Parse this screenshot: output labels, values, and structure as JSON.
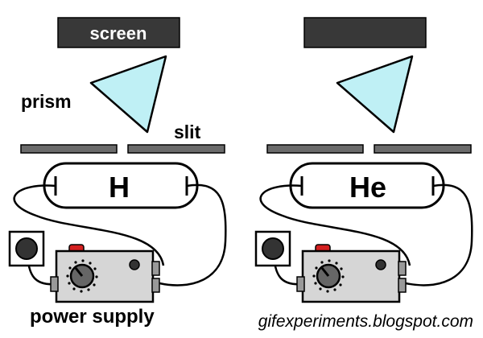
{
  "labels": {
    "screen": "screen",
    "prism": "prism",
    "slit": "slit",
    "power_supply": "power supply",
    "credit": "gifexperiments.blogspot.com"
  },
  "tubes": {
    "left": "H",
    "right": "He"
  },
  "colors": {
    "screen_fill": "#383838",
    "prism_fill": "#bff0f5",
    "slit_fill": "#6b6b6b",
    "box_fill": "#d6d6d6",
    "switch_red": "#d42020",
    "outline": "#000000"
  },
  "icons": {
    "outlet": "wall-outlet-icon",
    "knob": "dial-knob-icon"
  }
}
